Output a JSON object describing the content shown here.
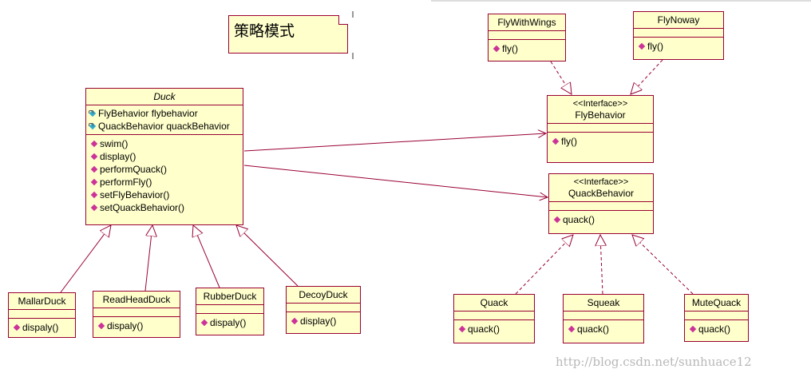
{
  "note": {
    "text": "策略模式"
  },
  "classes": {
    "duck": {
      "name": "Duck",
      "attributes": [
        "FlyBehavior flybehavior",
        "QuackBehavior quackBehavior"
      ],
      "operations": [
        "swim()",
        "display()",
        "performQuack()",
        "performFly()",
        "setFlyBehavior()",
        "setQuackBehavior()"
      ]
    },
    "fly_with_wings": {
      "name": "FlyWithWings",
      "operations": [
        "fly()"
      ]
    },
    "fly_noway": {
      "name": "FlyNoway",
      "operations": [
        "fly()"
      ]
    },
    "fly_behavior": {
      "stereotype": "<<Interface>>",
      "name": "FlyBehavior",
      "operations": [
        "fly()"
      ]
    },
    "quack_behavior": {
      "stereotype": "<<Interface>>",
      "name": "QuackBehavior",
      "operations": [
        "quack()"
      ]
    },
    "mallar_duck": {
      "name": "MallarDuck",
      "operations": [
        "dispaly()"
      ]
    },
    "read_head_duck": {
      "name": "ReadHeadDuck",
      "operations": [
        "dispaly()"
      ]
    },
    "rubber_duck": {
      "name": "RubberDuck",
      "operations": [
        "dispaly()"
      ]
    },
    "decoy_duck": {
      "name": "DecoyDuck",
      "operations": [
        "display()"
      ]
    },
    "quack": {
      "name": "Quack",
      "operations": [
        "quack()"
      ]
    },
    "squeak": {
      "name": "Squeak",
      "operations": [
        "quack()"
      ]
    },
    "mute_quack": {
      "name": "MuteQuack",
      "operations": [
        "quack()"
      ]
    }
  },
  "watermark": "http://blog.csdn.net/sunhuace12",
  "colors": {
    "fill": "#ffffcc",
    "border": "#990033",
    "operation_icon": "#cc3399",
    "attribute_icon": "#33aacc"
  }
}
